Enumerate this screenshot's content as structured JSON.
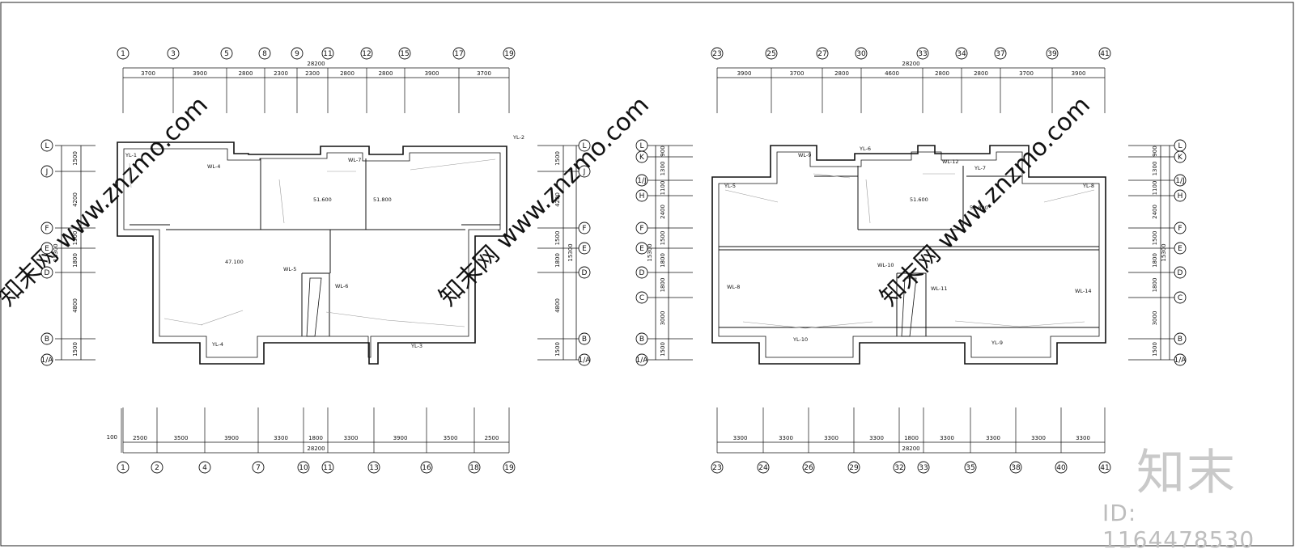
{
  "left_plan": {
    "top_axes": [
      "1",
      "3",
      "5",
      "8",
      "9",
      "11",
      "12",
      "15",
      "17",
      "19"
    ],
    "top_dims": [
      "3700",
      "3900",
      "2800",
      "2300",
      "2300",
      "2800",
      "2800",
      "3900",
      "3700"
    ],
    "top_total": "28200",
    "bottom_axes": [
      "1",
      "2",
      "4",
      "7",
      "10",
      "11",
      "13",
      "16",
      "18",
      "19"
    ],
    "bottom_dims": [
      "2500",
      "3500",
      "3900",
      "3300",
      "1800",
      "3300",
      "3900",
      "3500",
      "2500"
    ],
    "bottom_total": "28200",
    "bottom_offset": "100",
    "left_axes": [
      "L",
      "J",
      "F",
      "E",
      "D",
      "B",
      "1/A"
    ],
    "left_dims": [
      "1500",
      "4200",
      "1500",
      "1800",
      "4800",
      "1500"
    ],
    "left_total": "15300",
    "right_axes": [
      "L",
      "J",
      "F",
      "E",
      "D",
      "B",
      "1/A"
    ],
    "right_dims": [
      "1500",
      "4200",
      "1500",
      "1800",
      "4800",
      "1500"
    ],
    "right_total": "15300",
    "tags": {
      "yl1": "YL-1",
      "yl2": "YL-2",
      "yl3": "YL-3",
      "yl4": "YL-4",
      "wl4": "WL-4",
      "wl5": "WL-5",
      "wl6": "WL-6",
      "wl7": "WL-7",
      "elev1": "51.600",
      "elev2": "51.800",
      "elev3": "47.100"
    }
  },
  "right_plan": {
    "top_axes": [
      "23",
      "25",
      "27",
      "30",
      "33",
      "34",
      "37",
      "39",
      "41"
    ],
    "top_dims": [
      "3900",
      "3700",
      "2800",
      "4600",
      "2800",
      "2800",
      "3700",
      "3900"
    ],
    "top_total": "28200",
    "bottom_axes": [
      "23",
      "24",
      "26",
      "29",
      "32",
      "33",
      "35",
      "38",
      "40",
      "41"
    ],
    "bottom_dims": [
      "3300",
      "3300",
      "3300",
      "3300",
      "1800",
      "3300",
      "3300",
      "3300",
      "3300"
    ],
    "bottom_total": "28200",
    "left_axes": [
      "L",
      "K",
      "1/J",
      "H",
      "F",
      "E",
      "D",
      "C",
      "B",
      "1/A"
    ],
    "left_dims": [
      "900",
      "1300",
      "1100",
      "2400",
      "1500",
      "1800",
      "1800",
      "3000",
      "1500"
    ],
    "left_total": "15300",
    "right_axes": [
      "L",
      "K",
      "1/J",
      "H",
      "F",
      "E",
      "D",
      "C",
      "B",
      "1/A"
    ],
    "right_dims": [
      "900",
      "1300",
      "1100",
      "2400",
      "1500",
      "1800",
      "1800",
      "3000",
      "1500"
    ],
    "right_total": "15300",
    "tags": {
      "yl5": "YL-5",
      "yl6": "YL-6",
      "yl7": "YL-7",
      "yl8": "YL-8",
      "yl9": "YL-9",
      "yl10": "YL-10",
      "wl8": "WL-8",
      "wl9": "WL-9",
      "wl10": "WL-10",
      "wl11": "WL-11",
      "wl12": "WL-12",
      "wl14": "WL-14",
      "elev1": "51.600",
      "elev2": "51.800"
    }
  },
  "watermark": {
    "brand": "知末",
    "id": "ID: 1164478530",
    "diag": "知末网 www.znzmo.com"
  }
}
